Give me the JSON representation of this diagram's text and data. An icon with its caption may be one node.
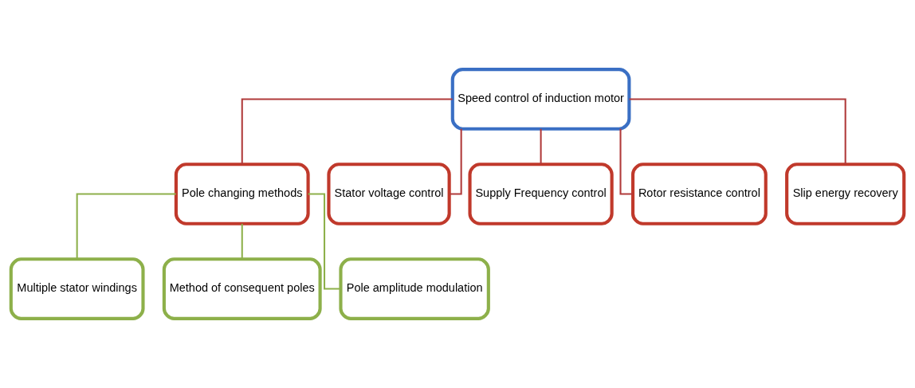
{
  "diagram": {
    "nodes": [
      {
        "text": [
          "Speed control of induction motor"
        ]
      },
      {
        "text": [
          "Pole changing methods"
        ]
      },
      {
        "text": [
          "Stator voltage control"
        ]
      },
      {
        "text": [
          "Supply Frequency control"
        ]
      },
      {
        "text": [
          "Rotor resistance control"
        ]
      },
      {
        "text": [
          "Slip energy recovery"
        ]
      },
      {
        "text": [
          "Multiple stator windings"
        ]
      },
      {
        "text": [
          "Method of consequent poles"
        ]
      },
      {
        "text": [
          "Pole amplitude modulation"
        ]
      }
    ],
    "edges": [
      {
        "from": 0,
        "to": 1,
        "arrow": "none"
      },
      {
        "from": 0,
        "to": 2,
        "arrow": "none"
      },
      {
        "from": 0,
        "to": 3,
        "arrow": "none"
      },
      {
        "from": 0,
        "to": 4,
        "arrow": "none"
      },
      {
        "from": 0,
        "to": 5,
        "arrow": "none"
      },
      {
        "from": 1,
        "to": 6,
        "arrow": "none",
        "color": "#8db04a"
      },
      {
        "from": 1,
        "to": 7,
        "arrow": "none",
        "color": "#8db04a"
      },
      {
        "from": 1,
        "to": 8,
        "arrow": "none",
        "color": "#8db04a"
      }
    ]
  }
}
